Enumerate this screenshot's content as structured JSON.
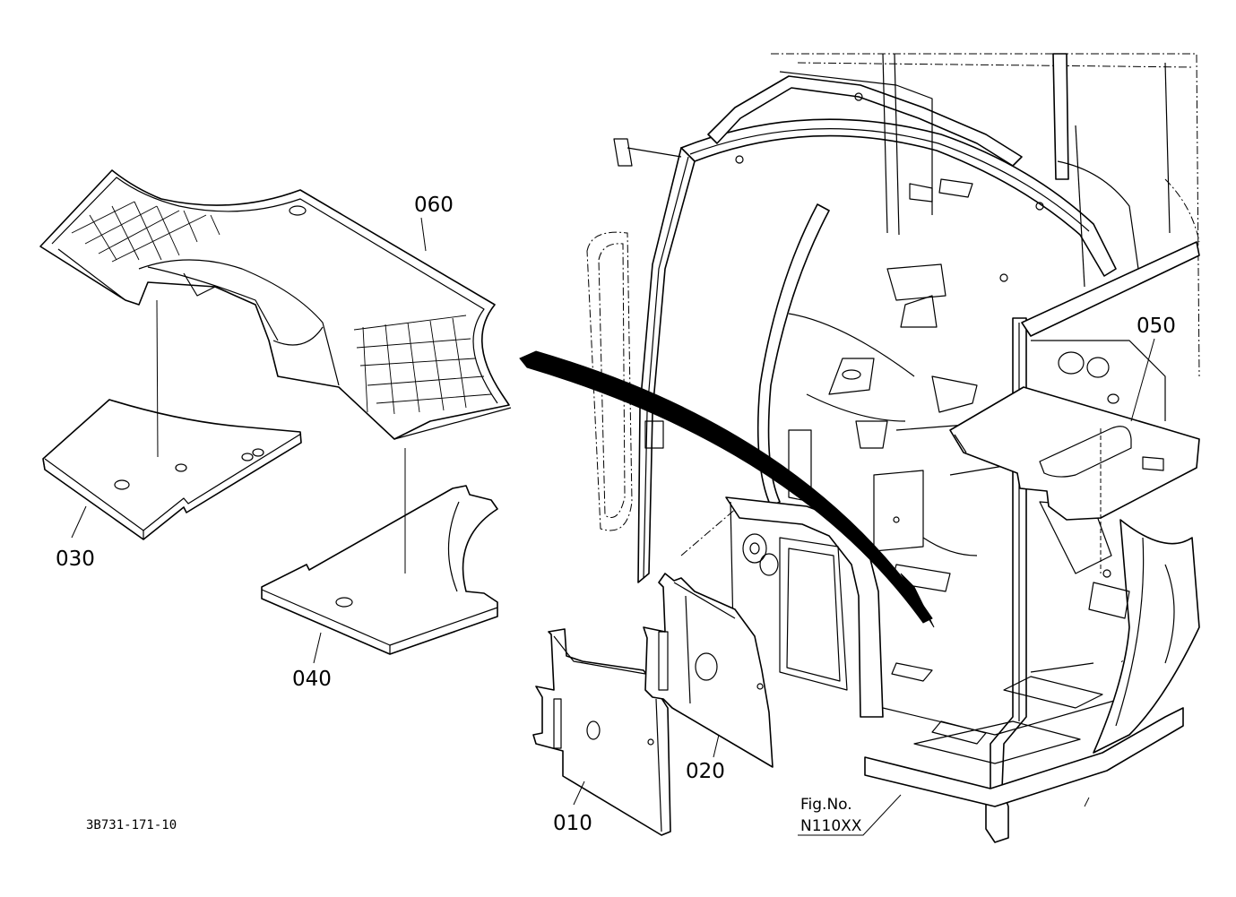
{
  "diagram": {
    "callouts": [
      {
        "id": "010",
        "text": "010"
      },
      {
        "id": "020",
        "text": "020"
      },
      {
        "id": "030",
        "text": "030"
      },
      {
        "id": "040",
        "text": "040"
      },
      {
        "id": "050",
        "text": "050"
      },
      {
        "id": "060",
        "text": "060"
      }
    ],
    "drawing_code": "3B731-171-10",
    "fig_label": "Fig.No.",
    "fig_number": "N110XX"
  }
}
